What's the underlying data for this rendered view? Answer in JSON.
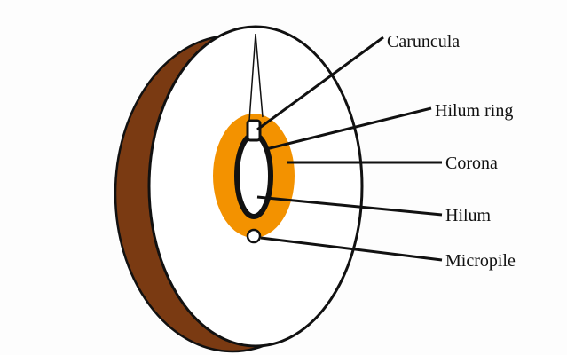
{
  "diagram": {
    "labels": {
      "caruncula": "Caruncula",
      "hilum_ring": "Hilum ring",
      "corona": "Corona",
      "hilum": "Hilum",
      "micropile": "Micropile"
    }
  },
  "colors": {
    "seed_coat_shadow": "#7a3a12",
    "corona": "#f39200",
    "outline": "#111111",
    "background": "#fdfdfd"
  }
}
